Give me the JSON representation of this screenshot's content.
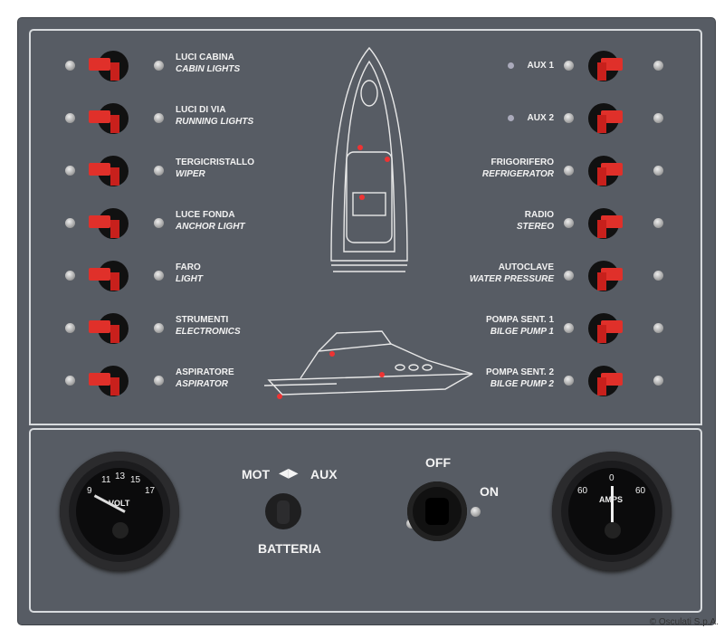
{
  "left_switches": [
    {
      "label": "LUCI CABINA",
      "label_en": "CABIN LIGHTS"
    },
    {
      "label": "LUCI DI VIA",
      "label_en": "RUNNING LIGHTS"
    },
    {
      "label": "TERGICRISTALLO",
      "label_en": "WIPER"
    },
    {
      "label": "LUCE FONDA",
      "label_en": "ANCHOR LIGHT"
    },
    {
      "label": "FARO",
      "label_en": "LIGHT"
    },
    {
      "label": "STRUMENTI",
      "label_en": "ELECTRONICS"
    },
    {
      "label": "ASPIRATORE",
      "label_en": "ASPIRATOR"
    }
  ],
  "right_switches": [
    {
      "label": "AUX 1",
      "label_en": "",
      "led": true
    },
    {
      "label": "AUX 2",
      "label_en": "",
      "led": true
    },
    {
      "label": "FRIGORIFERO",
      "label_en": "REFRIGERATOR"
    },
    {
      "label": "RADIO",
      "label_en": "STEREO"
    },
    {
      "label": "AUTOCLAVE",
      "label_en": "WATER PRESSURE"
    },
    {
      "label": "POMPA SENT. 1",
      "label_en": "BILGE PUMP 1"
    },
    {
      "label": "POMPA SENT. 2",
      "label_en": "BILGE PUMP 2"
    }
  ],
  "voltmeter": {
    "unit": "VOLT",
    "ticks": [
      "9",
      "11",
      "13",
      "15",
      "17"
    ],
    "value": 9
  },
  "ammeter": {
    "unit": "AMPS",
    "ticks": [
      "60",
      "0",
      "60"
    ],
    "value": 0
  },
  "battery_switch": {
    "left": "MOT",
    "right": "AUX",
    "label": "BATTERIA"
  },
  "main_breaker": {
    "off": "OFF",
    "on": "ON"
  },
  "watermark": "© Osculati S.p.A.",
  "colors": {
    "panel": "#575c64",
    "lever": "#e0302a",
    "line": "#d8dbde"
  }
}
